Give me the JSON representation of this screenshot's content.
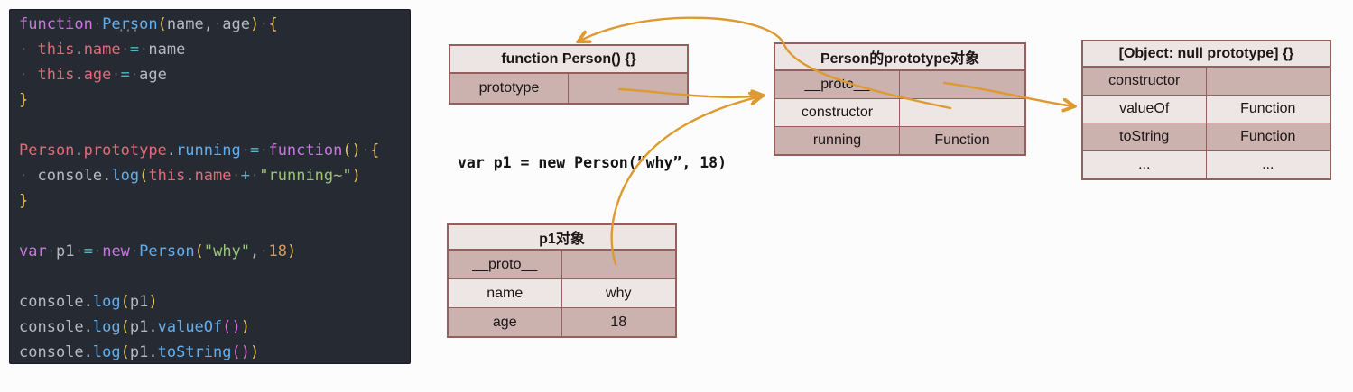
{
  "colors": {
    "page_bg": "#fcfcfc",
    "code_bg": "#262a33",
    "arrow": "#de9a30",
    "table_border": "#93605d",
    "row_dark": "#cbb2ae",
    "row_light": "#ede6e4",
    "header_bg": "#ece5e3",
    "syntax": {
      "keyword": "#c678dd",
      "function_name": "#61afef",
      "property": "#e06c75",
      "operator": "#56b6c2",
      "plain": "#b3bac6",
      "bracket_yellow": "#e8c455",
      "bracket_magenta": "#d670d6",
      "string": "#98c379",
      "number": "#d19a66",
      "whitespace_dot": "#4a5160",
      "hint_dots": "#8b9098"
    }
  },
  "code_panel": {
    "lines": [
      [
        {
          "t": "function",
          "c": "kw"
        },
        {
          "t": "·",
          "c": "ws"
        },
        {
          "t": "Person",
          "c": "b",
          "hint": true
        },
        {
          "t": "(",
          "c": "yb"
        },
        {
          "t": "name,",
          "c": "id"
        },
        {
          "t": "·",
          "c": "ws"
        },
        {
          "t": "age",
          "c": "id"
        },
        {
          "t": ")",
          "c": "yb"
        },
        {
          "t": "·",
          "c": "ws"
        },
        {
          "t": "{",
          "c": "yb"
        }
      ],
      [
        {
          "t": "· ",
          "c": "ws"
        },
        {
          "t": "this",
          "c": "r"
        },
        {
          "t": ".",
          "c": "id"
        },
        {
          "t": "name",
          "c": "r"
        },
        {
          "t": "·",
          "c": "ws"
        },
        {
          "t": "=",
          "c": "cy"
        },
        {
          "t": "·",
          "c": "ws"
        },
        {
          "t": "name",
          "c": "id"
        }
      ],
      [
        {
          "t": "· ",
          "c": "ws"
        },
        {
          "t": "this",
          "c": "r"
        },
        {
          "t": ".",
          "c": "id"
        },
        {
          "t": "age",
          "c": "r"
        },
        {
          "t": "·",
          "c": "ws"
        },
        {
          "t": "=",
          "c": "cy"
        },
        {
          "t": "·",
          "c": "ws"
        },
        {
          "t": "age",
          "c": "id"
        }
      ],
      [
        {
          "t": "}",
          "c": "yb"
        }
      ],
      [],
      [
        {
          "t": "Person",
          "c": "r"
        },
        {
          "t": ".",
          "c": "id"
        },
        {
          "t": "prototype",
          "c": "r"
        },
        {
          "t": ".",
          "c": "id"
        },
        {
          "t": "running",
          "c": "b"
        },
        {
          "t": "·",
          "c": "ws"
        },
        {
          "t": "=",
          "c": "cy"
        },
        {
          "t": "·",
          "c": "ws"
        },
        {
          "t": "function",
          "c": "kw"
        },
        {
          "t": "()",
          "c": "yb"
        },
        {
          "t": "·",
          "c": "ws"
        },
        {
          "t": "{",
          "c": "yb"
        }
      ],
      [
        {
          "t": "· ",
          "c": "ws"
        },
        {
          "t": "console",
          "c": "id"
        },
        {
          "t": ".",
          "c": "id"
        },
        {
          "t": "log",
          "c": "b"
        },
        {
          "t": "(",
          "c": "yb"
        },
        {
          "t": "this",
          "c": "r"
        },
        {
          "t": ".",
          "c": "id"
        },
        {
          "t": "name",
          "c": "r"
        },
        {
          "t": "·",
          "c": "ws"
        },
        {
          "t": "+",
          "c": "cy"
        },
        {
          "t": "·",
          "c": "ws"
        },
        {
          "t": "\"running~\"",
          "c": "gr"
        },
        {
          "t": ")",
          "c": "yb"
        }
      ],
      [
        {
          "t": "}",
          "c": "yb"
        }
      ],
      [],
      [
        {
          "t": "var",
          "c": "kw"
        },
        {
          "t": "·",
          "c": "ws"
        },
        {
          "t": "p1",
          "c": "id"
        },
        {
          "t": "·",
          "c": "ws"
        },
        {
          "t": "=",
          "c": "cy"
        },
        {
          "t": "·",
          "c": "ws"
        },
        {
          "t": "new",
          "c": "kw"
        },
        {
          "t": "·",
          "c": "ws"
        },
        {
          "t": "Person",
          "c": "b"
        },
        {
          "t": "(",
          "c": "yb"
        },
        {
          "t": "\"why\"",
          "c": "gr"
        },
        {
          "t": ",",
          "c": "id"
        },
        {
          "t": "·",
          "c": "ws"
        },
        {
          "t": "18",
          "c": "o"
        },
        {
          "t": ")",
          "c": "yb"
        }
      ],
      [],
      [
        {
          "t": "console",
          "c": "id"
        },
        {
          "t": ".",
          "c": "id"
        },
        {
          "t": "log",
          "c": "b"
        },
        {
          "t": "(",
          "c": "yb"
        },
        {
          "t": "p1",
          "c": "id"
        },
        {
          "t": ")",
          "c": "yb"
        }
      ],
      [
        {
          "t": "console",
          "c": "id"
        },
        {
          "t": ".",
          "c": "id"
        },
        {
          "t": "log",
          "c": "b"
        },
        {
          "t": "(",
          "c": "yb"
        },
        {
          "t": "p1",
          "c": "id"
        },
        {
          "t": ".",
          "c": "id"
        },
        {
          "t": "valueOf",
          "c": "b"
        },
        {
          "t": "()",
          "c": "m"
        },
        {
          "t": ")",
          "c": "yb"
        }
      ],
      [
        {
          "t": "console",
          "c": "id"
        },
        {
          "t": ".",
          "c": "id"
        },
        {
          "t": "log",
          "c": "b"
        },
        {
          "t": "(",
          "c": "yb"
        },
        {
          "t": "p1",
          "c": "id"
        },
        {
          "t": ".",
          "c": "id"
        },
        {
          "t": "toString",
          "c": "b"
        },
        {
          "t": "()",
          "c": "m"
        },
        {
          "t": ")",
          "c": "yb"
        }
      ]
    ]
  },
  "diagram": {
    "annotation": "var p1 = new Person(”why”, 18)",
    "tables": [
      {
        "title": "function Person() {}",
        "rows": [
          [
            "prototype",
            ""
          ]
        ]
      },
      {
        "title": "Person的prototype对象",
        "rows": [
          [
            "__proto__",
            ""
          ],
          [
            "constructor",
            ""
          ],
          [
            "running",
            "Function"
          ]
        ]
      },
      {
        "title": "[Object: null prototype] {}",
        "rows": [
          [
            "constructor",
            ""
          ],
          [
            "valueOf",
            "Function"
          ],
          [
            "toString",
            "Function"
          ],
          [
            "...",
            "..."
          ]
        ]
      },
      {
        "title": "p1对象",
        "rows": [
          [
            "__proto__",
            ""
          ],
          [
            "name",
            "why"
          ],
          [
            "age",
            "18"
          ]
        ]
      }
    ],
    "arrows": [
      {
        "name": "prototype-to-prototype-object",
        "from": "function Person().prototype",
        "to": "Person的prototype对象"
      },
      {
        "name": "constructor-to-function-person",
        "from": "Person的prototype对象.constructor",
        "to": "function Person() {}"
      },
      {
        "name": "proto-to-object-null-prototype",
        "from": "Person的prototype对象.__proto__",
        "to": "[Object: null prototype] {}"
      },
      {
        "name": "p1-proto-to-prototype-object",
        "from": "p1对象.__proto__",
        "to": "Person的prototype对象"
      }
    ]
  }
}
